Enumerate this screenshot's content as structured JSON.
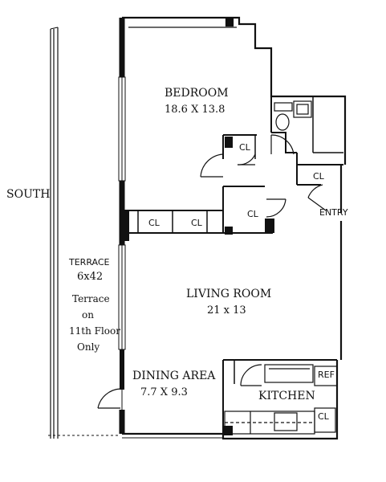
{
  "orientation": {
    "label": "SOUTH"
  },
  "terrace": {
    "name": "TERRACE",
    "dimensions": "6x42",
    "note_lines": [
      "Terrace",
      "on",
      "11th Floor",
      "Only"
    ]
  },
  "rooms": {
    "bedroom": {
      "name": "BEDROOM",
      "dimensions": "18.6 X 13.8"
    },
    "living": {
      "name": "LIVING ROOM",
      "dimensions": "21 x 13"
    },
    "dining": {
      "name": "DINING AREA",
      "dimensions": "7.7 X 9.3"
    },
    "kitchen": {
      "name": "KITCHEN"
    }
  },
  "closets": {
    "bedroom_closet": "CL",
    "hall_closet": "CL",
    "entry_closet": "CL",
    "wall_closet_1": "CL",
    "wall_closet_2": "CL",
    "kitchen_closet": "CL"
  },
  "labels": {
    "entry": "ENTRY",
    "ref": "REF"
  },
  "colors": {
    "ink": "#111111",
    "paper": "#ffffff"
  }
}
